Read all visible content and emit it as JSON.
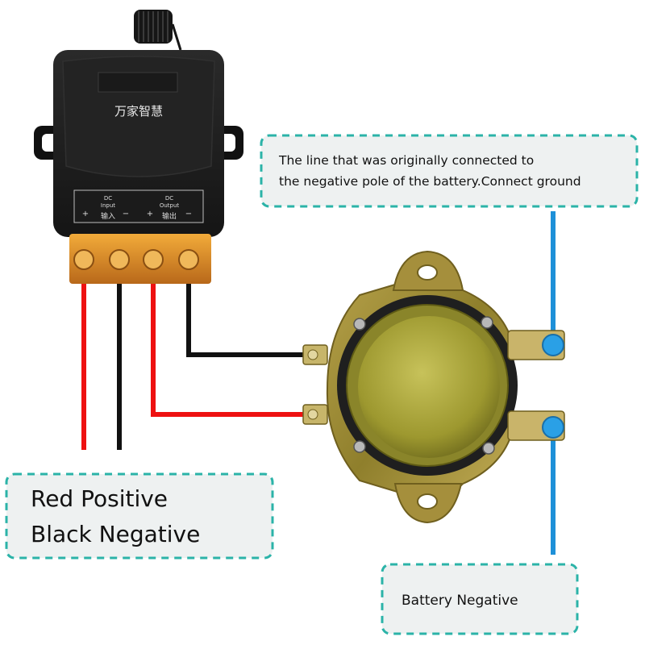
{
  "relay": {
    "brand": "万家智慧",
    "input_dc": "DC",
    "input_label_en": "Input",
    "input_label_cn": "输入",
    "output_dc": "DC",
    "output_label_en": "Output",
    "output_label_cn": "输出",
    "plus": "+",
    "minus": "−"
  },
  "callouts": {
    "ground_line1": "The line that was originally connected to",
    "ground_line2": "the negative pole of the battery.Connect ground",
    "polarity_line1": "Red Positive",
    "polarity_line2": "Black Negative",
    "battery_negative": "Battery Negative"
  },
  "colors": {
    "callout_border": "#2bb3a8",
    "callout_fill": "#eef1f1",
    "wire_red": "#ee1111",
    "wire_black": "#111111",
    "wire_blue": "#1e90d8",
    "relay_body": "#1c1c1c",
    "terminal_copper": "#d98a1e",
    "solenoid_brass": "#a8a33a"
  }
}
